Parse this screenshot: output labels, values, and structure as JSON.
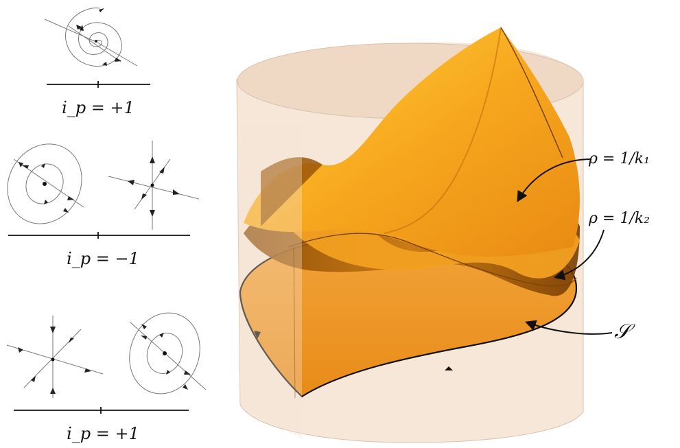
{
  "labels": {
    "index_top": "i_p = +1",
    "index_middle": "i_p = −1",
    "index_bottom": "i_p = +1",
    "curve_k1": "ρ = 1/k₁",
    "curve_k2": "ρ = 1/k₂",
    "surface_s": "𝒮"
  },
  "colors": {
    "surface_orange": "#f5a623",
    "surface_dark": "#b86a08",
    "base_orange": "#f0a030",
    "cylinder_fill": "#f3dcc8",
    "ink": "#111111"
  }
}
